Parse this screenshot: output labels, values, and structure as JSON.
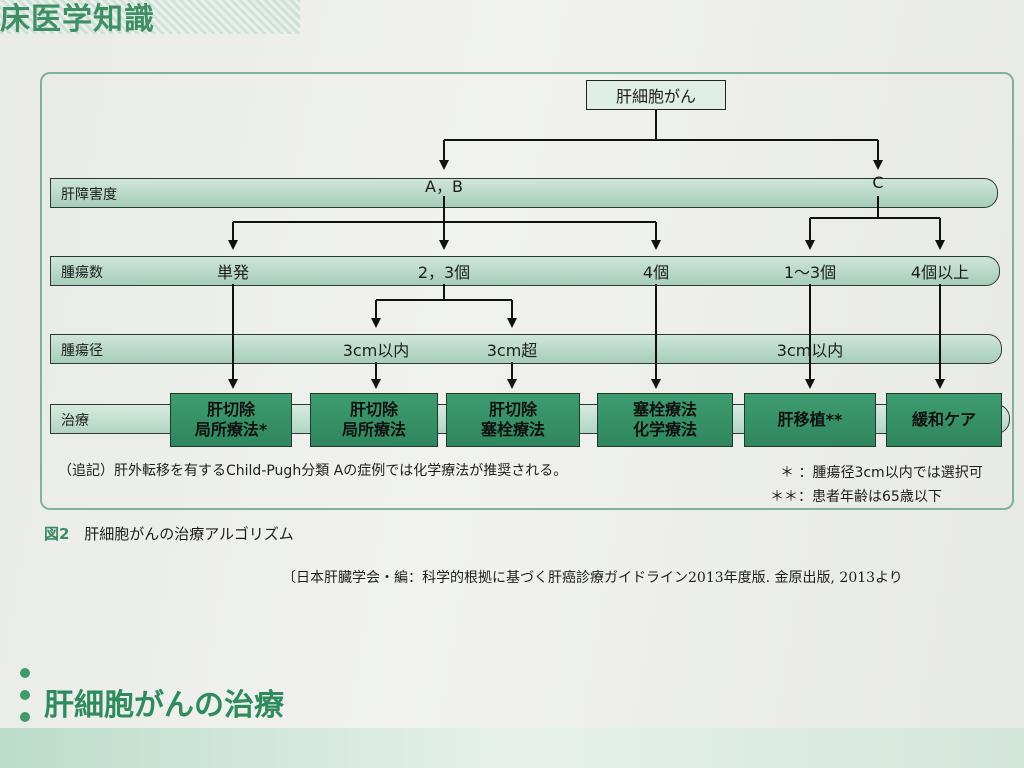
{
  "header": {
    "text": "床医学知識"
  },
  "diagram": {
    "root": "肝細胞がん",
    "bands": {
      "liver": "肝障害度",
      "count": "腫瘍数",
      "size": "腫瘍径",
      "treatment": "治療"
    },
    "liver_values": {
      "ab": "A，B",
      "c": "C"
    },
    "count_values": {
      "single": "単発",
      "two_three": "2，3個",
      "four": "4個",
      "one_three": "1～3個",
      "four_plus": "4個以上"
    },
    "size_values": {
      "within3_left": "3cm以内",
      "over3": "3cm超",
      "within3_right": "3cm以内"
    },
    "treatments": [
      {
        "line1": "肝切除",
        "line2": "局所療法*"
      },
      {
        "line1": "肝切除",
        "line2": "局所療法"
      },
      {
        "line1": "肝切除",
        "line2": "塞栓療法"
      },
      {
        "line1": "塞栓療法",
        "line2": "化学療法"
      },
      {
        "line1": "肝移植**",
        "line2": ""
      },
      {
        "line1": "緩和ケア",
        "line2": ""
      }
    ],
    "notes": {
      "left": "（追記）肝外転移を有するChild-Pugh分類 Aの症例では化学療法が推奨される。",
      "star1": "＊ ：腫瘍径3cm以内では選択可",
      "star2": "＊＊：患者年齢は65歳以下"
    }
  },
  "caption": {
    "number": "図2",
    "text": "肝細胞がんの治療アルゴリズム"
  },
  "source": "〔日本肝臓学会・編：科学的根拠に基づく肝癌診療ガイドライン2013年度版. 金原出版, 2013より",
  "section": {
    "title": "肝細胞がんの治療"
  }
}
